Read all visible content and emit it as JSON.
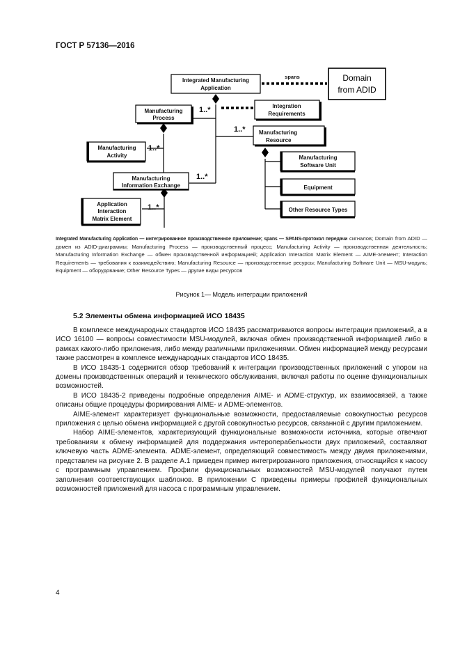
{
  "header": {
    "doc_id": "ГОСТ Р 57136—2016"
  },
  "diagram": {
    "boxes": {
      "integrated": [
        "Integrated Manufacturing",
        "Application"
      ],
      "domain": [
        "Domain",
        "from ADID"
      ],
      "integration_req": [
        "Integration",
        "Requirements"
      ],
      "mfg_process": [
        "Manufacturing",
        "Process"
      ],
      "mfg_resource": [
        "Manufacturing",
        "Resource"
      ],
      "mfg_activity": [
        "Manufacturing",
        "Activity"
      ],
      "mfg_software": [
        "Manufacturing",
        "Software Unit"
      ],
      "mfg_info_exchange": [
        "Manufacturing",
        "Information Exchange"
      ],
      "equipment": [
        "Equipment"
      ],
      "aime": [
        "Application",
        "Interaction",
        "Matrix Element"
      ],
      "other_resource": [
        "Other Resource Types"
      ]
    },
    "link_labels": {
      "spans": "spans"
    },
    "multiplicity": {
      "m1": "1..*",
      "m2": "1..*",
      "m3": "1..*",
      "m4": "1..*",
      "m5": "1..*"
    }
  },
  "legend": {
    "first_line": "Integrated Manufacturing Application — интегрированное производственное приложение; spans — SPANS-протокол передачи",
    "rest": "сигналов; Domain from ADID — домен из ADID-диаграммы; Manufacturing Process — производственный процесс; Manufacturing Activity — производственная деятельность; Manufacturing Information Exchange — обмен производственной информацией; Application Interaction Matrix Element — AIME-элемент; Interaction Requirements — требования к взаимодействию; Manufacturing Resource — производственные ресурсы; Manufacturing Software Unit — MSU-модуль; Equipment — оборудование; Other Resource Types — другие виды ресурсов"
  },
  "caption": "Рисунок 1— Модель интеграции приложений",
  "section": {
    "title": "5.2 Элементы обмена информацией ИСО 18435"
  },
  "paragraphs": [
    "В комплексе международных стандартов ИСО 18435 рассматриваются вопросы интеграции приложений, а в ИСО 16100 — вопросы совместимости MSU-модулей, включая обмен производственной информацией либо в рамках какого-либо приложения, либо между различными приложениями. Обмен информацией между ресурсами также рассмотрен в комплексе международных стандартов ИСО 18435.",
    "В ИСО 18435-1 содержится обзор требований к интеграции производственных приложений с упором на домены производственных операций и технического обслуживания, включая работы по оценке функциональных возможностей.",
    "В ИСО 18435-2 приведены подробные определения AIME- и ADME-структур, их взаимосвязей, а также описаны общие процедуры формирования AIME- и ADME-элементов.",
    "AIME-элемент характеризует функциональные возможности, предоставляемые совокупностью ресурсов приложения с целью обмена информацией с другой совокупностью ресурсов, связанной с другим приложением.",
    "Набор AIME-элементов, характеризующий функциональные возможности источника, которые отвечают требованиям к обмену информацией для поддержания интероперабельности двух приложений, составляют ключевую часть ADME-элемента. ADME-элемент, определяющий совместимость между двумя приложениями, представлен на рисунке 2. В разделе А.1 приведен пример интегрированного приложения, относящийся к насосу с программным управлением. Профили функциональных возможностей MSU-модулей получают путем заполнения соответствующих шаблонов. В приложении С приведены примеры профилей функциональных возможностей приложений для насоса с программным управлением."
  ],
  "page_number": "4"
}
